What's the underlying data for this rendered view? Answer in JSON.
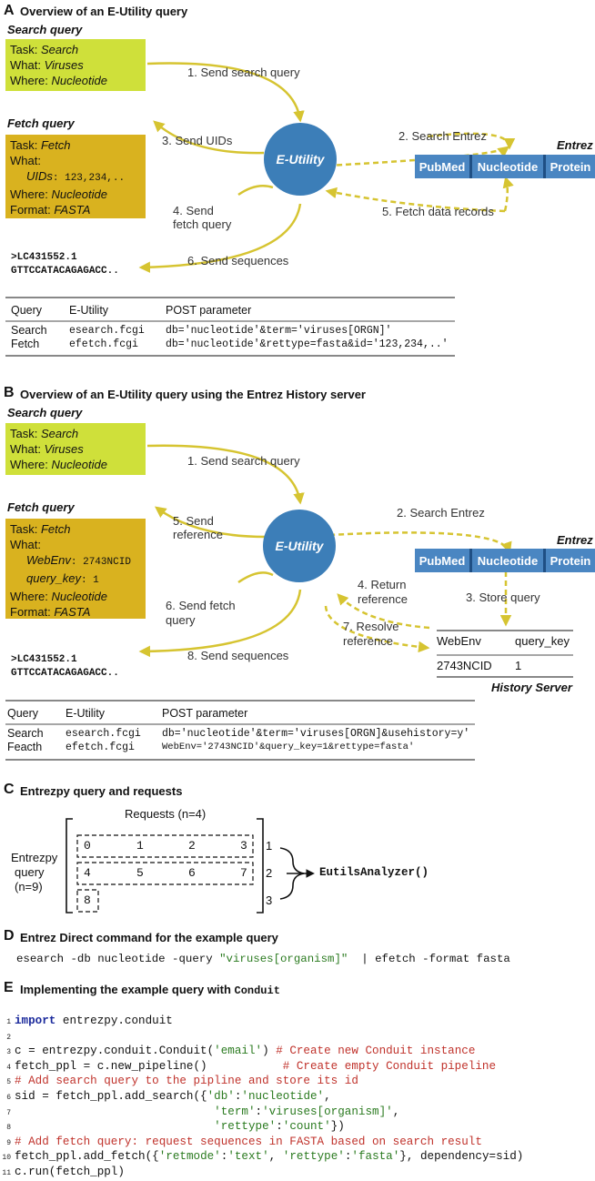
{
  "sectionA": {
    "letter": "A",
    "title": "Overview of an E-Utility query",
    "search_heading": "Search query",
    "search_box": {
      "task_k": "Task:",
      "task_v": "Search",
      "what_k": "What:",
      "what_v": "Viruses",
      "where_k": "Where:",
      "where_v": "Nucleotide"
    },
    "fetch_heading": "Fetch query",
    "fetch_box": {
      "task_k": "Task:",
      "task_v": "Fetch",
      "what_k": "What:",
      "uids_k": "UIDs",
      "uids_v": ": 123,234,..",
      "where_k": "Where:",
      "where_v": "Nucleotide",
      "format_k": "Format:",
      "format_v": "FASTA"
    },
    "eutility": "E-Utility",
    "entrez_label": "Entrez",
    "databases": [
      "PubMed",
      "Nucleotide",
      "Protein"
    ],
    "steps": {
      "s1": "1. Send search query",
      "s2": "2. Search Entrez",
      "s3": "3. Send UIDs",
      "s4a": "4. Send",
      "s4b": "fetch query",
      "s5": "5. Fetch data records",
      "s6": "6. Send sequences"
    },
    "seq_line1": ">LC431552.1",
    "seq_line2": "GTTCCATACAGAGACC..",
    "table": {
      "headers": [
        "Query",
        "E-Utility",
        "POST parameter"
      ],
      "rows": [
        [
          "Search",
          "esearch.fcgi",
          "db='nucleotide'&term='viruses[ORGN]'"
        ],
        [
          "Fetch",
          "efetch.fcgi",
          "db='nucleotide'&rettype=fasta&id='123,234,..'"
        ]
      ]
    }
  },
  "sectionB": {
    "letter": "B",
    "title": "Overview of an E-Utility query using the Entrez History server",
    "search_heading": "Search query",
    "search_box": {
      "task_k": "Task:",
      "task_v": "Search",
      "what_k": "What:",
      "what_v": "Viruses",
      "where_k": "Where:",
      "where_v": "Nucleotide"
    },
    "fetch_heading": "Fetch query",
    "fetch_box": {
      "task_k": "Task:",
      "task_v": "Fetch",
      "what_k": "What:",
      "webenv_k": "WebEnv",
      "webenv_v": ": 2743NCID",
      "qkey_k": "query_key",
      "qkey_v": ": 1",
      "where_k": "Where:",
      "where_v": "Nucleotide",
      "format_k": "Format:",
      "format_v": "FASTA"
    },
    "eutility": "E-Utility",
    "entrez_label": "Entrez",
    "databases": [
      "PubMed",
      "Nucleotide",
      "Protein"
    ],
    "steps": {
      "s1": "1. Send search query",
      "s2": "2. Search Entrez",
      "s3": "3. Store query",
      "s4a": "4. Return",
      "s4b": "reference",
      "s5a": "5. Send",
      "s5b": "reference",
      "s6a": "6. Send fetch",
      "s6b": "query",
      "s7a": "7. Resolve",
      "s7b": "reference",
      "s8": "8. Send sequences"
    },
    "history": {
      "col1": "WebEnv",
      "col2": "query_key",
      "val1": "2743NCID",
      "val2": "1",
      "label": "History Server"
    },
    "seq_line1": ">LC431552.1",
    "seq_line2": "GTTCCATACAGAGACC..",
    "table": {
      "headers": [
        "Query",
        "E-Utility",
        "POST parameter"
      ],
      "rows": [
        [
          "Search",
          "esearch.fcgi",
          "db='nucleotide'&term='viruses[ORGN]&usehistory=y'"
        ],
        [
          "Feacth",
          "efetch.fcgi",
          "WebEnv='2743NCID'&query_key=1&rettype=fasta'"
        ]
      ]
    }
  },
  "sectionC": {
    "letter": "C",
    "title": "Entrezpy query and requests",
    "requests_label": "Requests (n=4)",
    "query_label_1": "Entrezpy",
    "query_label_2": "query",
    "query_label_3": "(n=9)",
    "row1": [
      "0",
      "1",
      "2",
      "3"
    ],
    "row2": [
      "4",
      "5",
      "6",
      "7"
    ],
    "row3": [
      "8"
    ],
    "request_ids": [
      "1",
      "2",
      "3"
    ],
    "analyzer": "EutilsAnalyzer()"
  },
  "sectionD": {
    "letter": "D",
    "title": "Entrez Direct command for the example query",
    "cmd_pre": "esearch -db nucleotide -query ",
    "cmd_str": "\"viruses[organism]\"",
    "cmd_post": "  | efetch -format fasta"
  },
  "sectionE": {
    "letter": "E",
    "title_pre": "Implementing the example query with ",
    "title_mono": "Conduit",
    "lines": [
      {
        "n": "1",
        "parts": [
          {
            "t": "kw",
            "s": "import"
          },
          {
            "t": "p",
            "s": " entrezpy.conduit"
          }
        ]
      },
      {
        "n": "2",
        "parts": []
      },
      {
        "n": "3",
        "parts": [
          {
            "t": "p",
            "s": "c = entrezpy.conduit.Conduit("
          },
          {
            "t": "str",
            "s": "'email'"
          },
          {
            "t": "p",
            "s": ") "
          },
          {
            "t": "cm",
            "s": "# Create new Conduit instance"
          }
        ]
      },
      {
        "n": "4",
        "parts": [
          {
            "t": "p",
            "s": "fetch_ppl = c.new_pipeline()           "
          },
          {
            "t": "cm",
            "s": "# Create empty Conduit pipeline"
          }
        ]
      },
      {
        "n": "5",
        "parts": [
          {
            "t": "cm",
            "s": "# Add search query to the pipline and store its id"
          }
        ]
      },
      {
        "n": "6",
        "parts": [
          {
            "t": "p",
            "s": "sid = fetch_ppl.add_search({"
          },
          {
            "t": "str",
            "s": "'db'"
          },
          {
            "t": "p",
            "s": ":"
          },
          {
            "t": "str",
            "s": "'nucleotide'"
          },
          {
            "t": "p",
            "s": ","
          }
        ]
      },
      {
        "n": "7",
        "parts": [
          {
            "t": "p",
            "s": "                             "
          },
          {
            "t": "str",
            "s": "'term'"
          },
          {
            "t": "p",
            "s": ":"
          },
          {
            "t": "str",
            "s": "'viruses[organism]'"
          },
          {
            "t": "p",
            "s": ","
          }
        ]
      },
      {
        "n": "8",
        "parts": [
          {
            "t": "p",
            "s": "                             "
          },
          {
            "t": "str",
            "s": "'rettype'"
          },
          {
            "t": "p",
            "s": ":"
          },
          {
            "t": "str",
            "s": "'count'"
          },
          {
            "t": "p",
            "s": "})"
          }
        ]
      },
      {
        "n": "9",
        "parts": [
          {
            "t": "cm",
            "s": "# Add fetch query: request sequences in FASTA based on search result"
          }
        ]
      },
      {
        "n": "10",
        "parts": [
          {
            "t": "p",
            "s": "fetch_ppl.add_fetch({"
          },
          {
            "t": "str",
            "s": "'retmode'"
          },
          {
            "t": "p",
            "s": ":"
          },
          {
            "t": "str",
            "s": "'text'"
          },
          {
            "t": "p",
            "s": ", "
          },
          {
            "t": "str",
            "s": "'rettype'"
          },
          {
            "t": "p",
            "s": ":"
          },
          {
            "t": "str",
            "s": "'fasta'"
          },
          {
            "t": "p",
            "s": "}, dependency=sid)"
          }
        ]
      },
      {
        "n": "11",
        "parts": [
          {
            "t": "p",
            "s": "c.run(fetch_ppl)"
          }
        ]
      }
    ]
  },
  "colors": {
    "search_box": "#cfe03a",
    "fetch_box": "#d9b21f",
    "arrow": "#d6c431",
    "eutility": "#3c7eb8",
    "entrez_db": "#4a86c2",
    "code_keyword": "#1b2a9c",
    "code_string": "#2a7a1f",
    "code_comment": "#c0322b"
  }
}
